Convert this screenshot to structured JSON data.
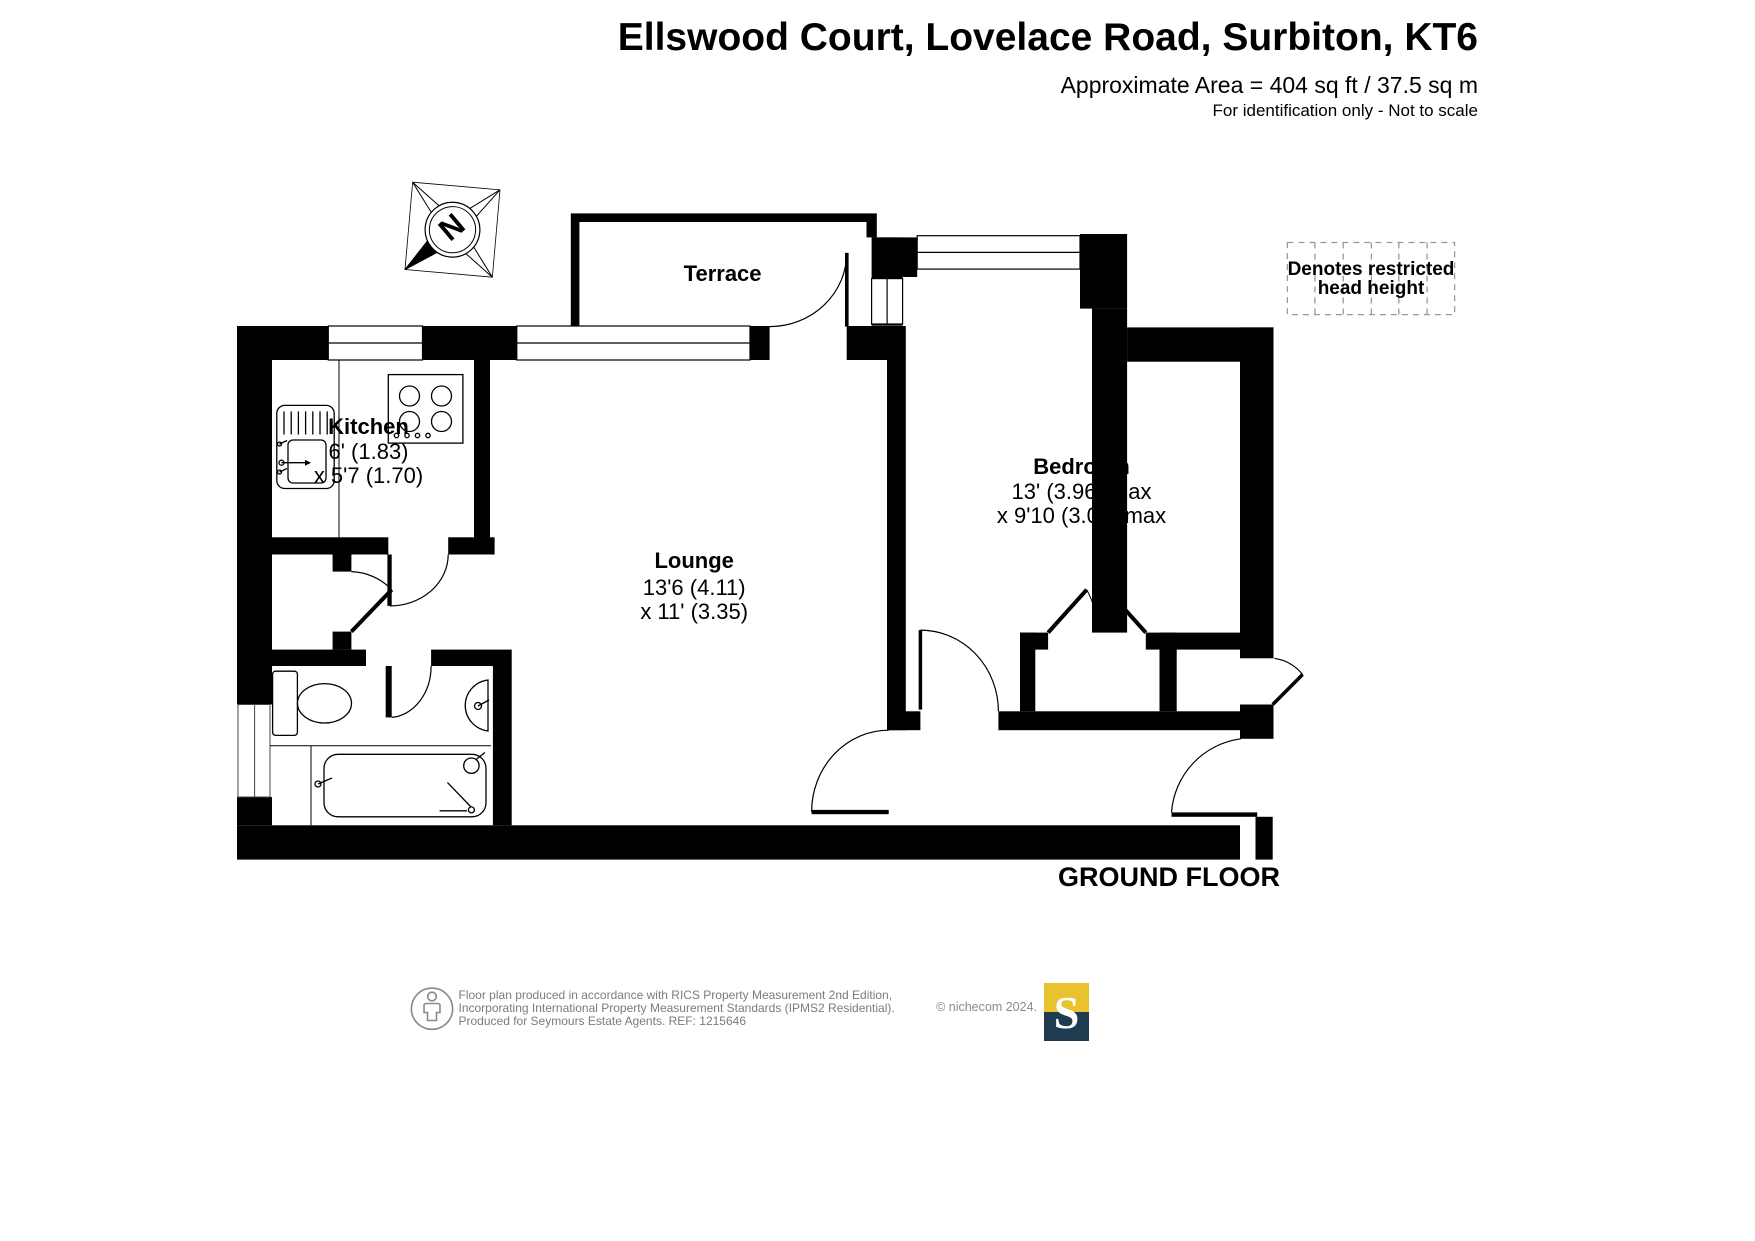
{
  "header": {
    "title": "Ellswood Court, Lovelace Road, Surbiton, KT6",
    "area": "Approximate Area = 404 sq ft / 37.5 sq m",
    "note": "For identification only - Not to scale"
  },
  "compass": {
    "letter": "N"
  },
  "legend": {
    "line1": "Denotes restricted",
    "line2": "head height"
  },
  "rooms": {
    "terrace": {
      "name": "Terrace"
    },
    "kitchen": {
      "name": "Kitchen",
      "dim1": "6' (1.83)",
      "dim2": "x 5'7 (1.70)"
    },
    "lounge": {
      "name": "Lounge",
      "dim1": "13'6 (4.11)",
      "dim2": "x 11' (3.35)"
    },
    "bedroom": {
      "name": "Bedroom",
      "dim1": "13' (3.96) max",
      "dim2": "x 9'10 (3.00) max"
    }
  },
  "floor_label": "GROUND FLOOR",
  "footer": {
    "line1": "Floor plan produced in accordance with RICS Property Measurement 2nd Edition,",
    "line2": "Incorporating International Property Measurement Standards (IPMS2 Residential).",
    "line3": "Produced for Seymours Estate Agents.   REF: 1215646",
    "copyright": "© nichecom 2024.",
    "logo_letter": "S"
  },
  "colors": {
    "logo_gold": "#E8C32F",
    "logo_navy": "#1E3B50"
  }
}
